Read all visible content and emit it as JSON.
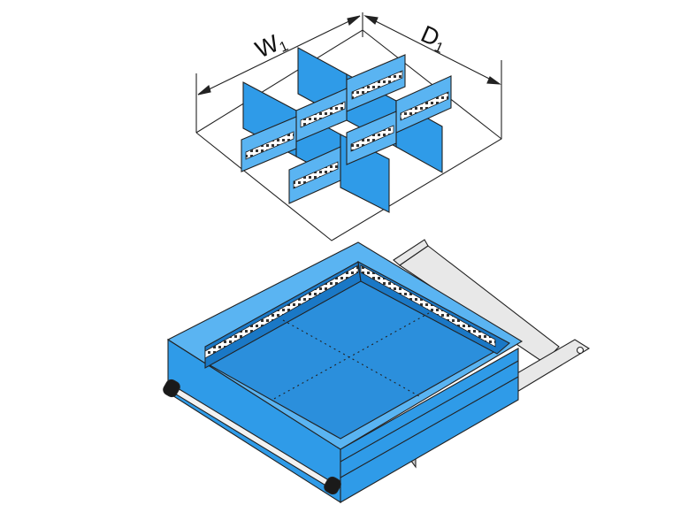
{
  "labels": {
    "width_main": "W",
    "width_sub": "1",
    "depth_main": "D",
    "depth_sub": "1"
  },
  "colors": {
    "blue": "#2f9be8",
    "blue_light": "#5ab4f2",
    "blue_dark": "#1a78c6",
    "blue_floor": "#2b8fdc",
    "rail": "#e8e8e8",
    "handle": "#1a1a1a",
    "line": "#222222",
    "perforation": "#d9d9d9"
  }
}
